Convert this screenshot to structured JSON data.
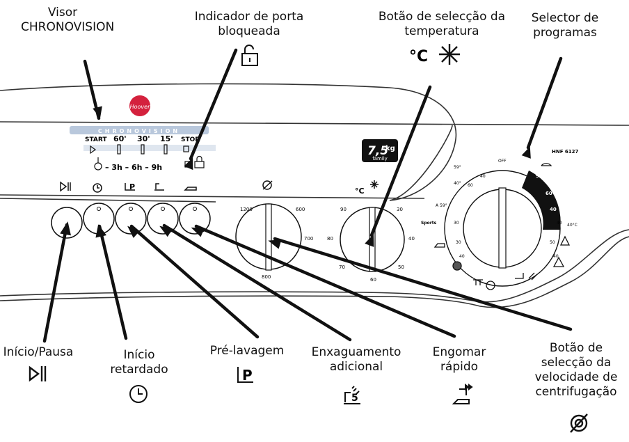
{
  "callouts": {
    "visor": [
      "Visor",
      "CHRONOVISION"
    ],
    "door_lock": [
      "Indicador de porta",
      "bloqueada"
    ],
    "temperature": [
      "Botão de selecção da",
      "temperatura"
    ],
    "programs": [
      "Selector de",
      "programas"
    ],
    "start_pause": [
      "Início/Pausa"
    ],
    "delay": [
      "Início",
      "retardado"
    ],
    "prewash": [
      "Pré-lavagem"
    ],
    "rinse": [
      "Enxaguamento",
      "adicional"
    ],
    "iron": [
      "Engomar",
      "rápido"
    ],
    "spin": [
      "Botão de",
      "selecção da",
      "velocidade de",
      "centrifugação"
    ]
  },
  "temp_symbol": "°C",
  "panel": {
    "brand_logo": "Hoover",
    "display": {
      "title": "CHRONOVISION",
      "start": "START",
      "t60": "60'",
      "t30": "30'",
      "t15": "15'",
      "stop": "STOP",
      "delay_row": "– 3h – 6h – 9h"
    },
    "capacity_badge": {
      "value": "7,5",
      "unit": "kg",
      "sub": "family"
    },
    "model": "HNF 6127",
    "prewash_letter": "P",
    "spin_dial": {
      "ticks": [
        "1200",
        "600",
        "700",
        "800"
      ]
    },
    "temp_dial": {
      "ticks": [
        "90",
        "30",
        "80",
        "40",
        "70",
        "50",
        "60"
      ],
      "symbol": "°C"
    },
    "program_dial": {
      "off": "OFF",
      "sports": "Sports",
      "a59": "A 59°",
      "r59": "59°",
      "r40": "40°",
      "aa40": "40°C",
      "dark_sector": [
        "90",
        "60",
        "40"
      ],
      "ticks": [
        "40",
        "60",
        "30",
        "40",
        "40",
        "30",
        "40",
        "50"
      ]
    }
  },
  "colors": {
    "logo_red": "#d4213d",
    "display_band": "#b9c8dc",
    "line": "#111111"
  }
}
